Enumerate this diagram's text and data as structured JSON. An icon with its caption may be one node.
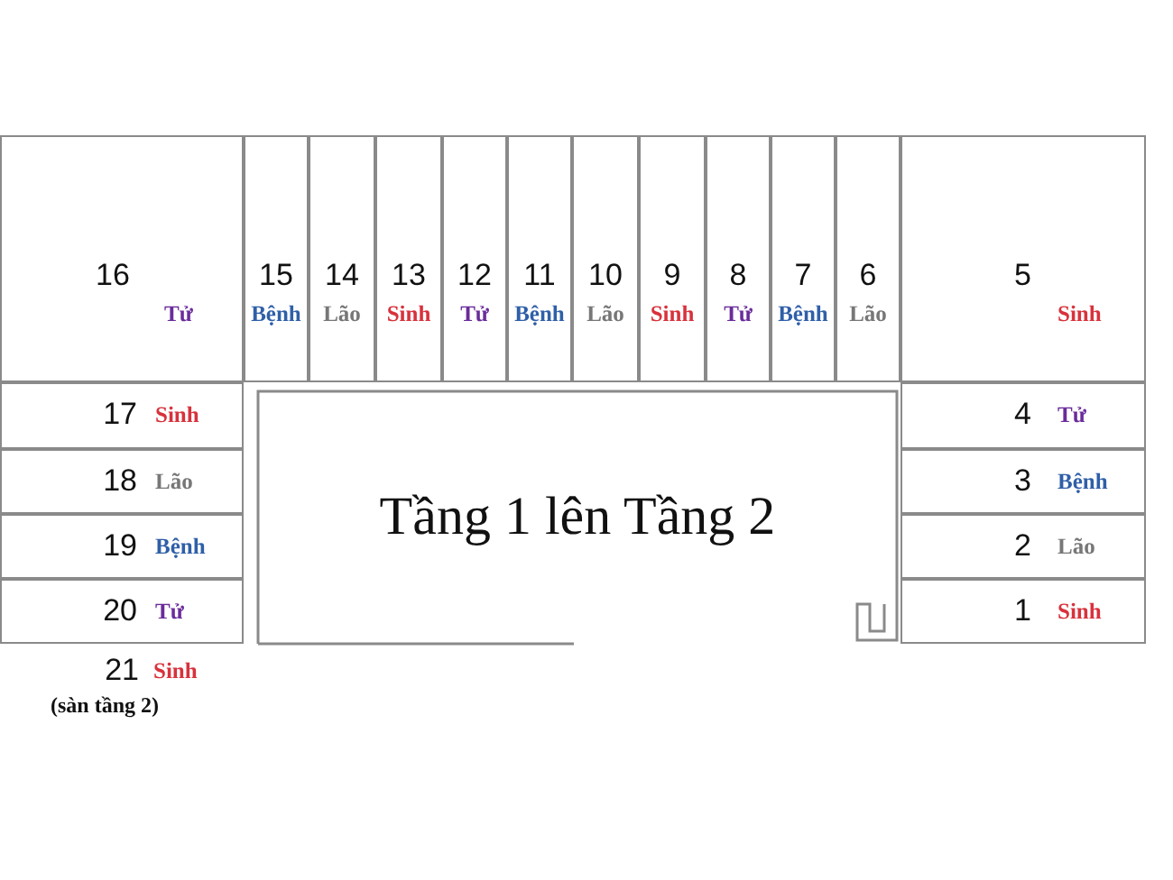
{
  "diagram": {
    "nodes": [
      {
        "text": [
          "1",
          "Sinh"
        ]
      },
      {
        "text": [
          "2",
          "Lão"
        ]
      },
      {
        "text": [
          "3",
          "Bệnh"
        ]
      },
      {
        "text": [
          "4",
          "Tử"
        ]
      },
      {
        "text": [
          "5",
          "Sinh"
        ]
      },
      {
        "text": [
          "6",
          "Lão"
        ]
      },
      {
        "text": [
          "7",
          "Bệnh"
        ]
      },
      {
        "text": [
          "8",
          "Tử"
        ]
      },
      {
        "text": [
          "9",
          "Sinh"
        ]
      },
      {
        "text": [
          "10",
          "Lão"
        ]
      },
      {
        "text": [
          "11",
          "Bệnh"
        ]
      },
      {
        "text": [
          "12",
          "Tử"
        ]
      },
      {
        "text": [
          "13",
          "Sinh"
        ]
      },
      {
        "text": [
          "14",
          "Lão"
        ]
      },
      {
        "text": [
          "15",
          "Bệnh"
        ]
      },
      {
        "text": [
          "16",
          "Tử"
        ]
      },
      {
        "text": [
          "17",
          "Sinh"
        ]
      },
      {
        "text": [
          "18",
          "Lão"
        ]
      },
      {
        "text": [
          "19",
          "Bệnh"
        ]
      },
      {
        "text": [
          "20",
          "Tử"
        ]
      },
      {
        "text": [
          "21",
          "Sinh"
        ],
        "beside": [
          "(sàn tầng 2)"
        ]
      },
      {
        "text": [
          "Tầng 1 lên Tầng 2"
        ]
      }
    ]
  }
}
